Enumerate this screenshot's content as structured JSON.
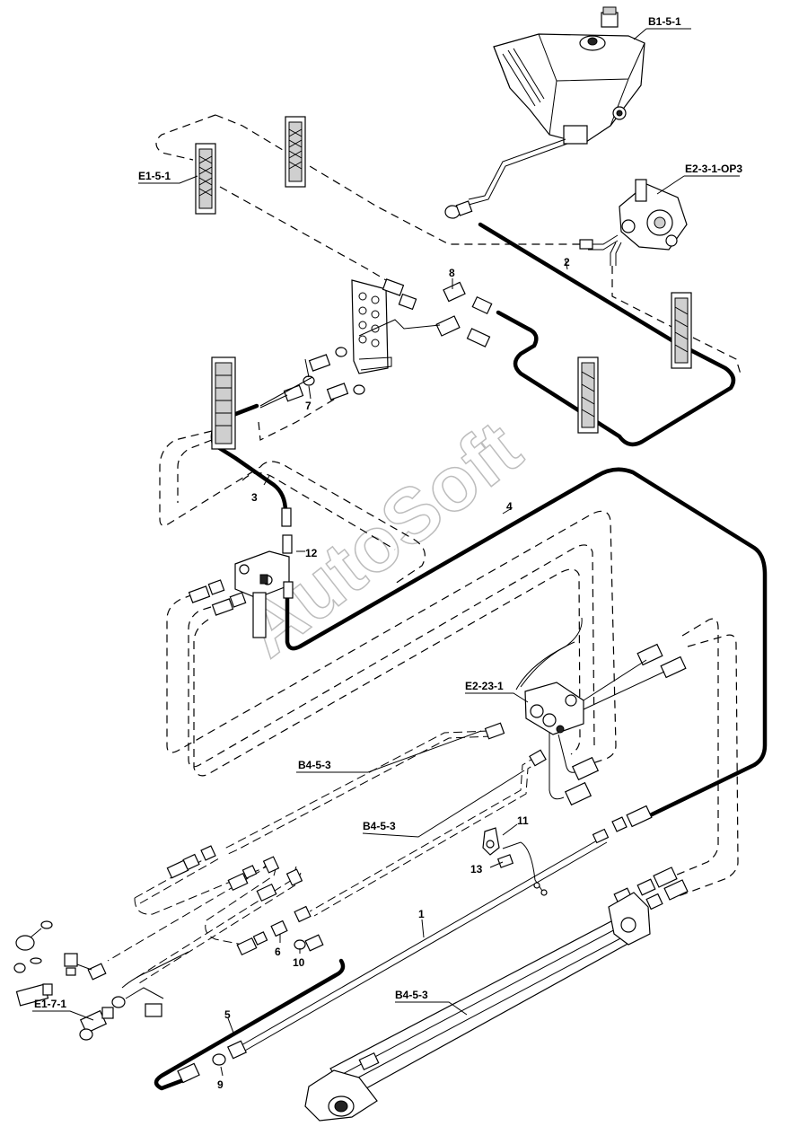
{
  "watermark": "AutoSoft",
  "references": {
    "tank": "B1-5-1",
    "pump": "E2-3-1-OP3",
    "block_left": "E1-5-1",
    "valve": "E2-23-1",
    "line_a": "B4-5-3",
    "line_b": "B4-5-3",
    "cylinder": "B4-5-3",
    "coupling": "E1-7-1"
  },
  "item_numbers": {
    "n1": "1",
    "n2": "2",
    "n3": "3",
    "n4": "4",
    "n5": "5",
    "n6": "6",
    "n7": "7",
    "n8": "8",
    "n9": "9",
    "n10": "10",
    "n11": "11",
    "n12": "12",
    "n13": "13"
  }
}
